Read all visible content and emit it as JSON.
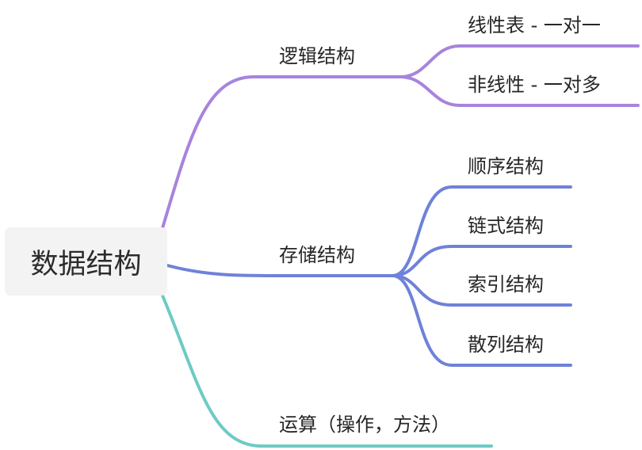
{
  "root": {
    "label": "数据结构"
  },
  "branches": {
    "logical": {
      "label": "逻辑结构",
      "color": "#a784dc",
      "children": [
        "线性表 - 一对一",
        "非线性 - 一对多"
      ]
    },
    "storage": {
      "label": "存储结构",
      "color": "#6f82d8",
      "children": [
        "顺序结构",
        "链式结构",
        "索引结构",
        "散列结构"
      ]
    },
    "operation": {
      "label": "运算（操作，方法）",
      "color": "#6fcac4"
    }
  }
}
